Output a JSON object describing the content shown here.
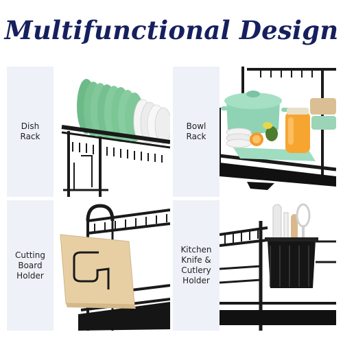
{
  "title": "Multifunctional Design",
  "panels": [
    {
      "label": "Dish\nRack",
      "image": "dish-rack-with-green-plates"
    },
    {
      "label": "Bowl\nRack",
      "image": "bowl-rack-with-dutch-oven"
    },
    {
      "label": "Cutting\nBoard\nHolder",
      "image": "cutting-board-holder"
    },
    {
      "label": "Kitchen\nKnife &\nCutlery\nHolder",
      "image": "utensil-holder"
    }
  ],
  "colors": {
    "title": "#16205e",
    "label_bg": "#eef1f8",
    "rack": "#1a1a1a",
    "plate_green": "#7fc49a",
    "plate_white": "#f2f2f2",
    "pot_green": "#8fd3b4",
    "board_wood": "#e8cfa3"
  }
}
